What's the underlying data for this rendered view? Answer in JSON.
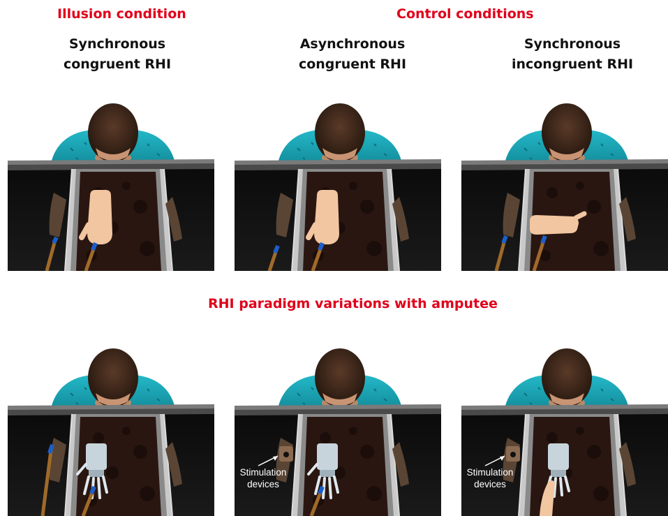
{
  "headers": {
    "illusion": "Illusion condition",
    "control": "Control conditions",
    "amputee": "RHI paradigm variations with amputee"
  },
  "conditions": [
    {
      "line1": "Synchronous",
      "line2": "congruent RHI"
    },
    {
      "line1": "Asynchronous",
      "line2": "congruent RHI"
    },
    {
      "line1": "Synchronous",
      "line2": "incongruent RHI"
    }
  ],
  "annotations": {
    "stimulation_line1": "Stimulation",
    "stimulation_line2": "devices"
  },
  "colors": {
    "header_red": "#e0001a",
    "shirt": "#1ba3b3",
    "hair": "#3a2519",
    "box_interior": "#2a1611",
    "rubber_hand": "#f2c6a0",
    "robotic_hand": "#c8d4dc",
    "brush_handle": "#a06a2a",
    "brush_tip": "#1e5ec8"
  }
}
